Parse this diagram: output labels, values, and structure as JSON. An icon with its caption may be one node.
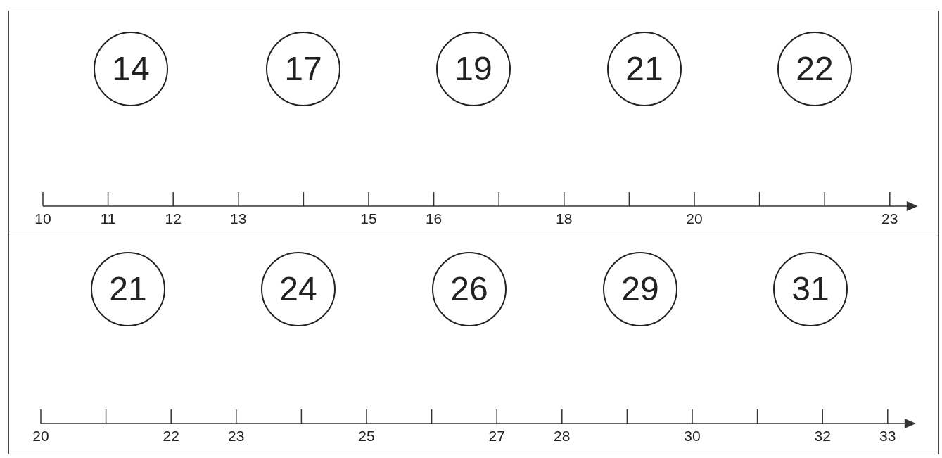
{
  "diagram": {
    "nodes": [
      {
        "text": [],
        "shape": "box"
      },
      {
        "text": [
          "14"
        ],
        "in": 0
      },
      {
        "text": [
          "17"
        ],
        "in": 0
      },
      {
        "text": [
          "19"
        ],
        "in": 0
      },
      {
        "text": [
          "21"
        ],
        "in": 0
      },
      {
        "text": [
          "22"
        ],
        "in": 0
      },
      {
        "text": [],
        "shape": "box"
      },
      {
        "text": [
          "21"
        ],
        "in": 6
      },
      {
        "text": [
          "24"
        ],
        "in": 6
      },
      {
        "text": [
          "26"
        ],
        "in": 6
      },
      {
        "text": [
          "29"
        ],
        "in": 6
      },
      {
        "text": [
          "31"
        ],
        "in": 6
      }
    ],
    "edges": [],
    "labels": [
      "10",
      "11",
      "12",
      "13",
      "15",
      "16",
      "18",
      "20",
      "23",
      "20",
      "22",
      "23",
      "25",
      "27",
      "28",
      "30",
      "32",
      "33"
    ]
  }
}
